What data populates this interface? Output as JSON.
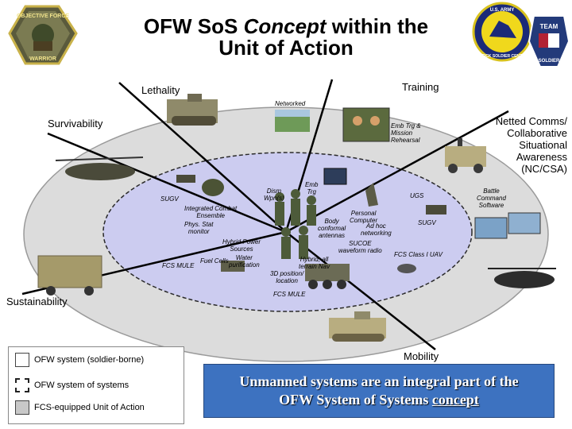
{
  "title": {
    "line1_part1": "OFW So",
    "line1_s": "S",
    "line1_concept": "Concept",
    "line1_part2": " within the",
    "line2": "Unit of Action"
  },
  "capabilities": {
    "lethality": "Lethality",
    "training": "Training",
    "survivability": "Survivability",
    "netted_comms": [
      "Netted Comms/",
      "Collaborative",
      "Situational",
      "Awareness",
      "(NC/CSA)"
    ],
    "sustainability": "Sustainability",
    "mobility": "Mobility"
  },
  "annotations": {
    "networked": "Networked",
    "emb_trg_mission": [
      "Emb Trg &",
      "Mission",
      "Rehearsal"
    ],
    "battle_command": [
      "Battle",
      "Command",
      "Software"
    ],
    "sugv_left": "SUGV",
    "integrated_combat": [
      "Integrated Combat",
      "Ensemble"
    ],
    "phys_stat": [
      "Phys. Stat",
      "monitor"
    ],
    "dism_wpn": [
      "Dism",
      "Wpn(s)"
    ],
    "emb_trg": [
      "Emb",
      "Trg"
    ],
    "ugs": "UGS",
    "personal_computer": [
      "Personal",
      "Computer"
    ],
    "body_antennas": [
      "Body",
      "conformal",
      "antennas"
    ],
    "ad_hoc": [
      "Ad hoc",
      "networking"
    ],
    "sugv_right": "SUGV",
    "hybrid_power": [
      "Hybrid Power",
      "Sources"
    ],
    "fuel_cells": "Fuel Cells",
    "water": [
      "Water",
      "purification"
    ],
    "sucoe": [
      "SUCOE",
      "waveform radio"
    ],
    "fcs_class1": "FCS Class I UAV",
    "fcs_mule_left": "FCS MULE",
    "hybrid_all": [
      "Hybrid, all",
      "terrain Nav"
    ],
    "position_3d": [
      "3D position/",
      "location"
    ],
    "fcs_mule_bottom": "FCS MULE"
  },
  "logos": {
    "left_text": [
      "OBJECTIVE FORCE",
      "WARRIOR"
    ],
    "center_text": [
      "U.S. ARMY",
      "NATICK SOLDIER CENTER"
    ],
    "right_text": [
      "TEAM",
      "SOLDIER"
    ]
  },
  "legend": {
    "items": [
      {
        "label": "OFW system (soldier-borne)",
        "swatch": "#ffffff",
        "border": "solid"
      },
      {
        "label": "OFW system of systems",
        "swatch": "#ffffff",
        "border": "dashed"
      },
      {
        "label": "FCS-equipped Unit of Action",
        "swatch": "#c8c8c8",
        "border": "solid"
      }
    ]
  },
  "callout": {
    "line1": "Unmanned systems are an integral part of the",
    "line2_prefix": "OFW  System of Systems ",
    "line2_concept": "concept"
  },
  "colors": {
    "outer_ellipse": "#dcdcdc",
    "inner_ellipse": "#ccccf0",
    "callout_bg": "#3d72c0",
    "spoke": "#000000"
  }
}
